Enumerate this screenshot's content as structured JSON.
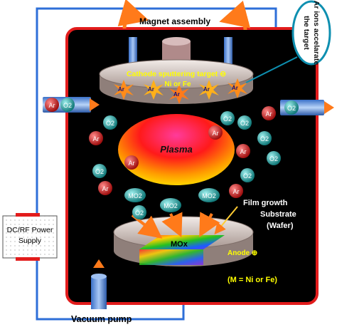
{
  "labels": {
    "magnet": "Magnet assembly",
    "ions_line1": "Ar ions accelarate",
    "ions_line2": "the target",
    "cathode": "Cathode sputtering target ⊖",
    "target_material": "Ni or Fe",
    "plasma": "Plasma",
    "film_growth": "Film growth",
    "substrate": "Substrate",
    "wafer": "(Wafer)",
    "mox": "MOx",
    "anode": "Anode ⊕",
    "m_def": "(M = Ni or Fe)",
    "power_line1": "DC/RF Power",
    "power_line2": "Supply",
    "vacuum": "Vacuum pump"
  },
  "molecules": {
    "ar": "Ar",
    "o2": "O2",
    "mo2": "MO2"
  },
  "colors": {
    "chamber_fill": "#000000",
    "chamber_border": "#e21c1c",
    "wire": "#2e6fd8",
    "ar_ball": "#d32020",
    "o2_ball": "#1f9c9c",
    "target_plate": "#d9cdc9",
    "text_yellow": "#ffff00",
    "text_white": "#ffffff"
  }
}
